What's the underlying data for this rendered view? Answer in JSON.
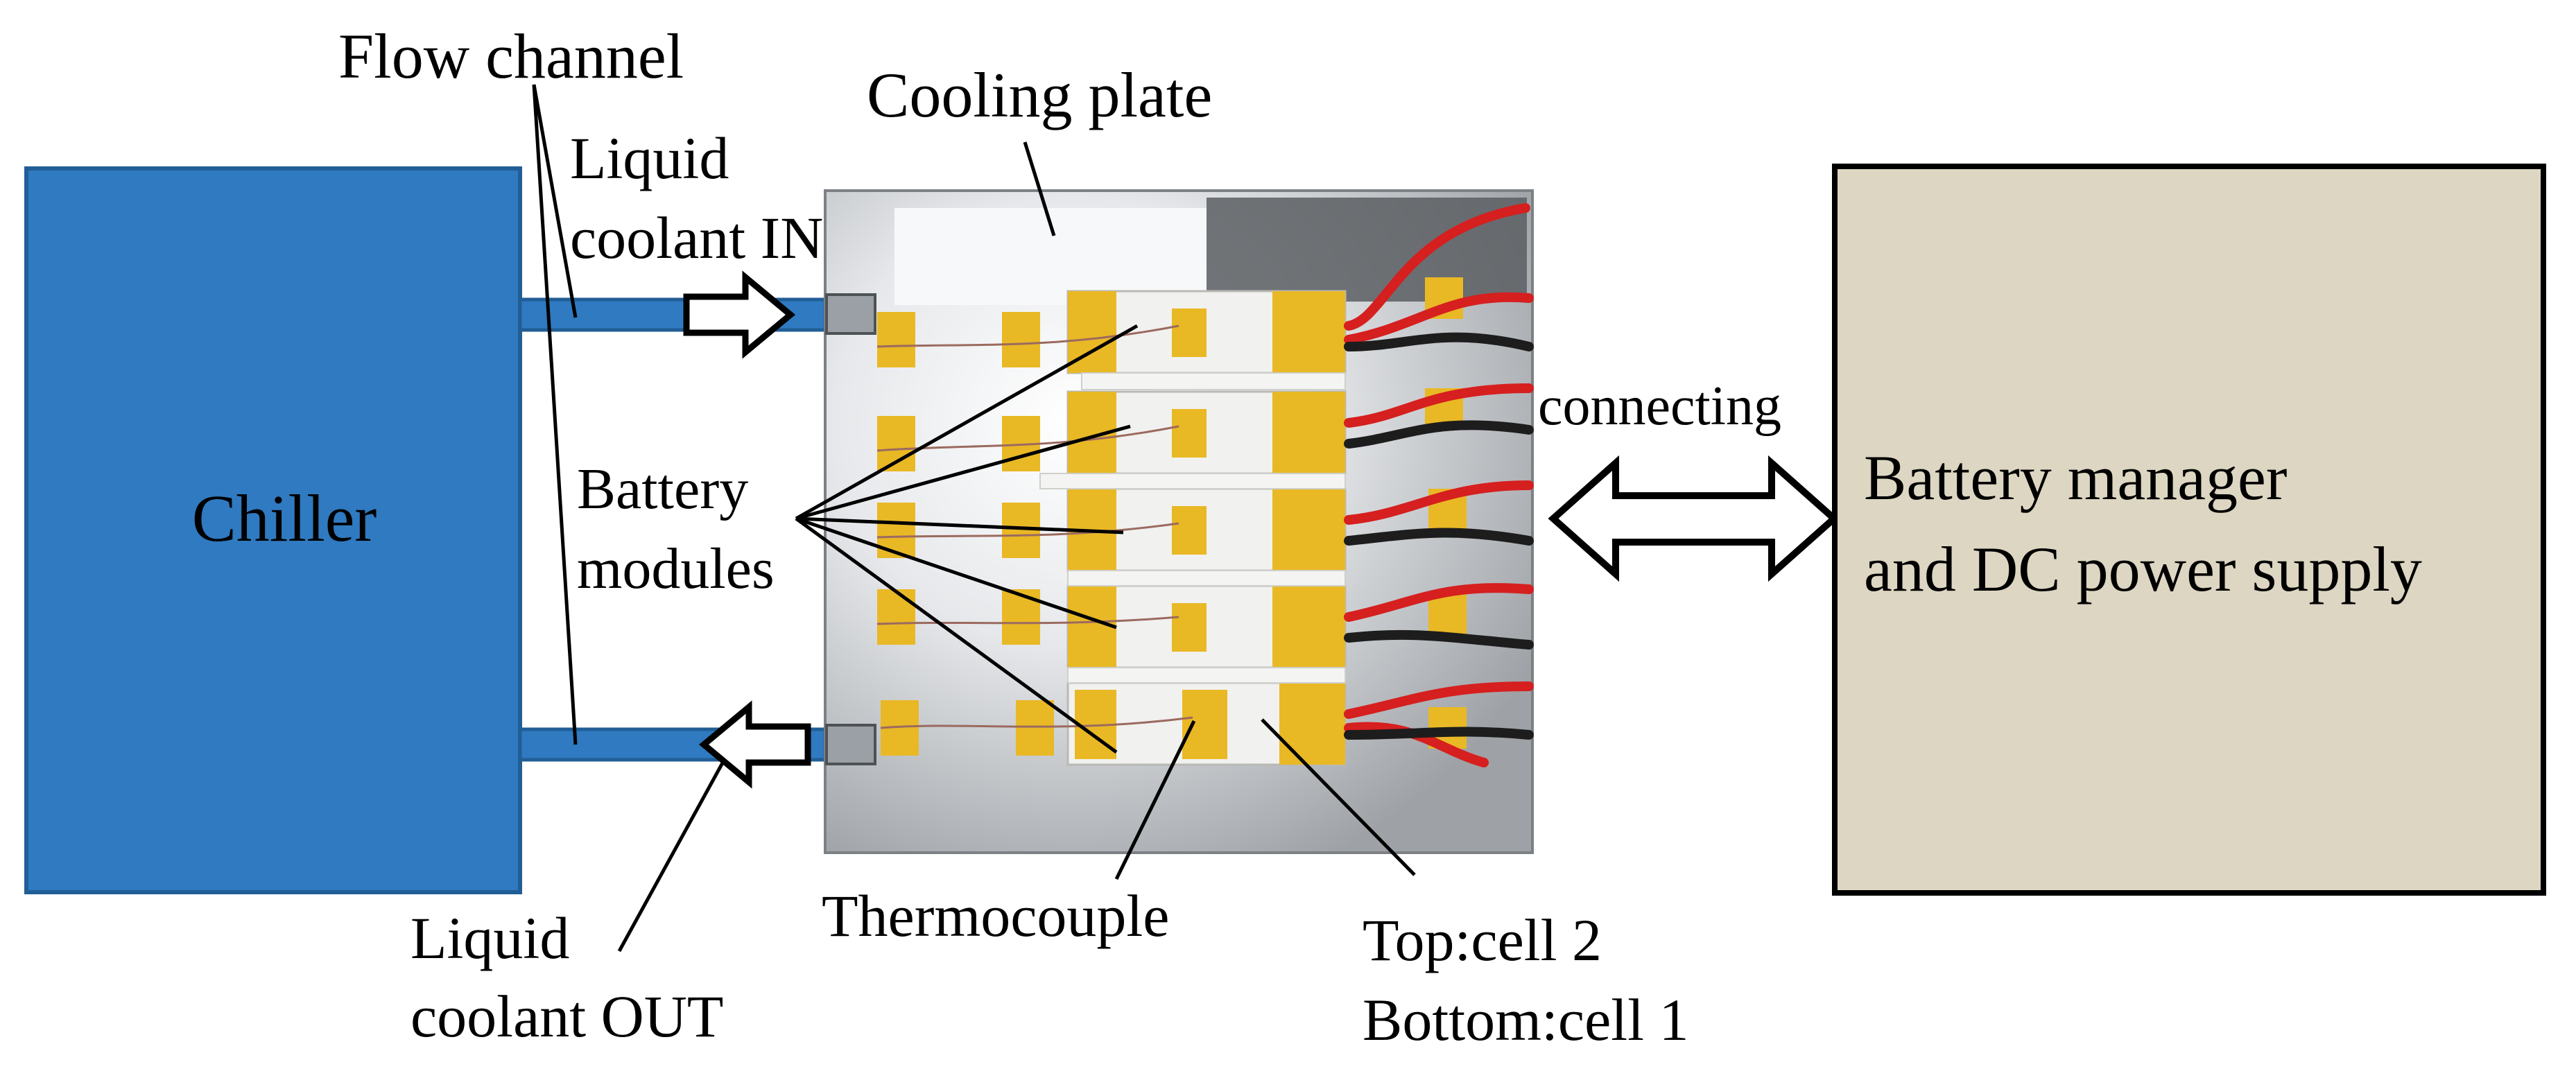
{
  "labels": {
    "flow_channel": "Flow channel",
    "cooling_plate": "Cooling plate",
    "coolant_in_line1": "Liquid",
    "coolant_in_line2": "coolant IN",
    "chiller": "Chiller",
    "battery_modules_line1": "Battery",
    "battery_modules_line2": "modules",
    "connecting": "connecting",
    "battery_manager_line1": "Battery manager",
    "battery_manager_line2": "and DC power supply",
    "coolant_out_line1": "Liquid",
    "coolant_out_line2": "coolant OUT",
    "thermocouple": "Thermocouple",
    "cell_top": "Top:cell 2",
    "cell_bottom": "Bottom:cell 1"
  },
  "colors": {
    "chiller_fill": "#2f7ac0",
    "chiller_stroke": "#215e96",
    "channel_fill": "#2f7ac0",
    "manager_fill": "#ddd6c2",
    "plate_fill": "#d9dadc",
    "tape": "#e9b825",
    "wire_red": "#d61f1f",
    "wire_black": "#1d1d1d"
  },
  "battery_module_count": 5
}
